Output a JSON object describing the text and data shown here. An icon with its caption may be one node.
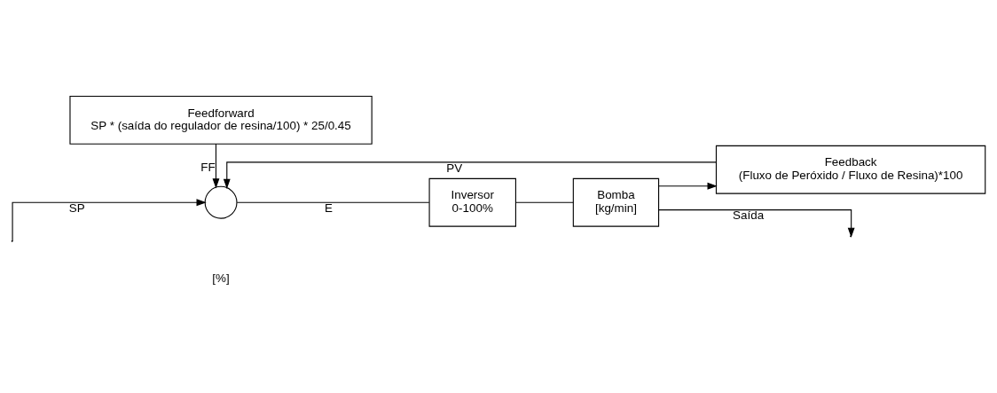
{
  "diagram": {
    "nodes": [
      {
        "text": [
          "Feedforward",
          "SP * (saída do regulador de resina/100) * 25/0.45"
        ]
      },
      {
        "text": [],
        "shape": "circle"
      },
      {
        "text": [
          "Inversor",
          "0-100%"
        ]
      },
      {
        "text": [
          "Bomba",
          "[kg/min]"
        ]
      },
      {
        "text": [
          "Feedback",
          "(Fluxo de Peróxido / Fluxo de Resina)*100"
        ]
      }
    ],
    "edges": [
      {
        "from": 0,
        "to": 1,
        "arrow": "to",
        "label": "FF"
      },
      {
        "from": null,
        "to": 1,
        "arrow": "to",
        "label": "SP"
      },
      {
        "from": 1,
        "to": 2,
        "arrow": "none",
        "label": "E"
      },
      {
        "from": 2,
        "to": 3,
        "arrow": "none"
      },
      {
        "from": 3,
        "to": null,
        "arrow": "to",
        "label": "Saída"
      },
      {
        "from": 3,
        "to": 4,
        "arrow": "to"
      },
      {
        "from": 4,
        "to": 1,
        "arrow": "to",
        "label": "PV"
      }
    ],
    "labels": [
      "[%]"
    ]
  }
}
